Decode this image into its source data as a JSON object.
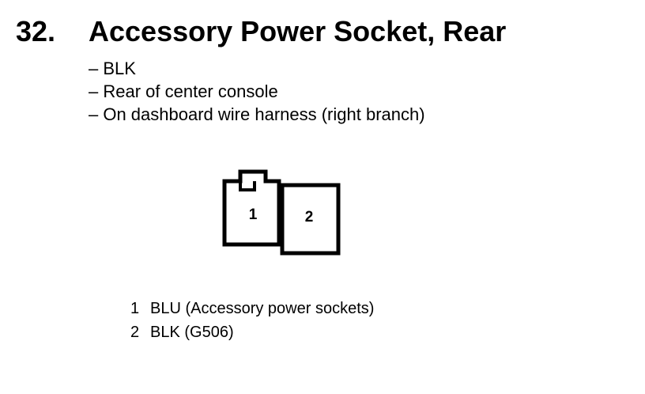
{
  "connector": {
    "number": "32.",
    "title": "Accessory Power Socket, Rear"
  },
  "details": [
    "– BLK",
    "– Rear of center console",
    "– On dashboard wire harness (right branch)"
  ],
  "diagram": {
    "cavity_1_label": "1",
    "cavity_2_label": "2"
  },
  "pins": [
    {
      "num": "1",
      "desc": "BLU (Accessory power sockets)"
    },
    {
      "num": "2",
      "desc": "BLK (G506)"
    }
  ]
}
